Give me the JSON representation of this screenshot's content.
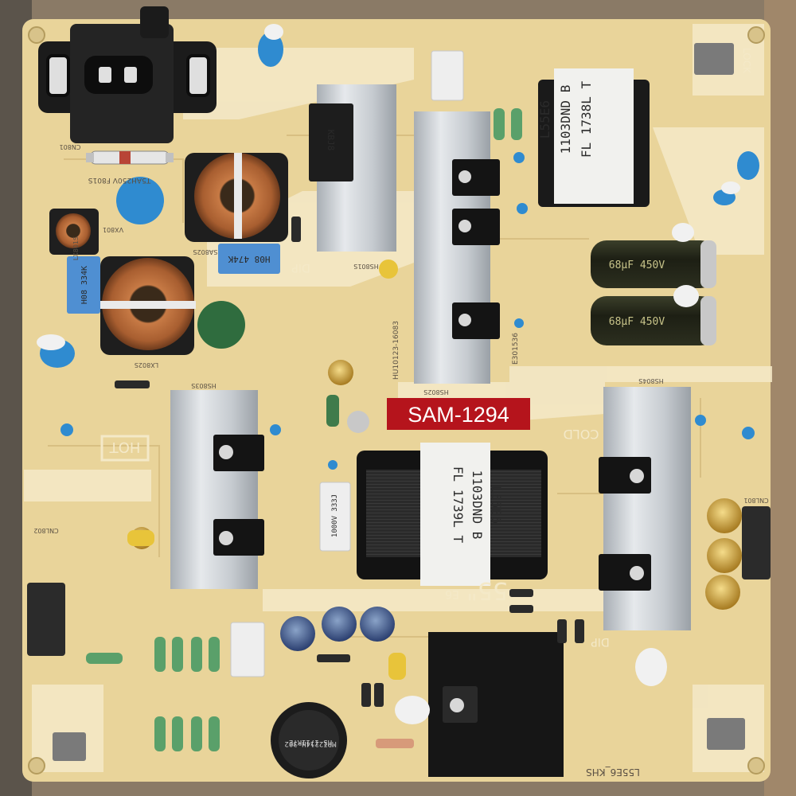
{
  "watermark": {
    "label": "SAM-1294",
    "bg": "#b5141c"
  },
  "board": {
    "model_code": "L55E6_KHS",
    "size_mark": "55\"",
    "size_suffix": "E6",
    "color": "#e9d49a",
    "silkscreen_color": "#f4e9c8",
    "zones": {
      "hot": "HOT",
      "cold": "COLD",
      "lock": "LOCK",
      "dip_left": "DIP",
      "dip_right": "DIP"
    },
    "labels": {
      "fuse": "T5AH250V F801S",
      "ac_inlet": "CN801",
      "bridge": "KBJ8",
      "varistor": "VX801",
      "sa_cap": "SA802S",
      "x2_cap_1": "H08 474K",
      "x2_cap_2": "H08 334K",
      "choke_1": "LX801S",
      "choke_2": "LX802S",
      "heatsink_1": "HS801S",
      "heatsink_2": "HS802S",
      "heatsink_3": "HS803S",
      "heatsink_4": "HS804S",
      "reg_cert": "E301536",
      "part_no": "HU10123-16083",
      "inductor": "MPI2214H-302",
      "inductor_2": "HS 1711RTE",
      "cap_box": "1000V 333J",
      "cn_left": "CNL802",
      "cn_right": "CNL801"
    },
    "caps": {
      "rating_1": "68µF 450V",
      "rating_2": "68µF 450V"
    },
    "transformers": {
      "t1": {
        "line1": "L55E6",
        "line2": "1103DND B",
        "line3": "FL 1738L T"
      },
      "t2": {
        "line1": "L55E6",
        "line2": "1103DND B",
        "line3": "FL 1739L T"
      }
    }
  }
}
